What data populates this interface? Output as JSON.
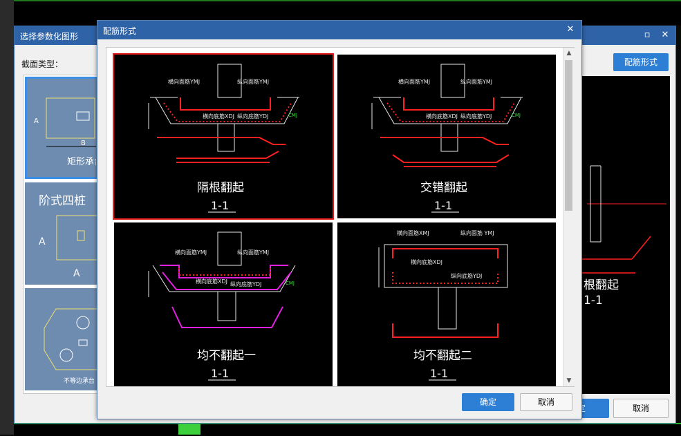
{
  "outer_dialog": {
    "title": "选择参数化图形",
    "section_label": "截面类型：",
    "rebar_button": "配筋形式",
    "confirm_button": "定",
    "cancel_button": "取消",
    "list_items": [
      {
        "caption": "矩形承台"
      },
      {
        "caption": "阶式四桩"
      },
      {
        "caption": "不等边承台"
      }
    ],
    "preview_caption": "根翻起",
    "preview_section": "1-1"
  },
  "inner_dialog": {
    "title": "配筋形式",
    "ok_button": "确定",
    "cancel_button": "取消",
    "options": [
      {
        "caption": "隔根翻起",
        "section": "1-1",
        "selected": true
      },
      {
        "caption": "交错翻起",
        "section": "1-1",
        "selected": false
      },
      {
        "caption": "均不翻起一",
        "section": "1-1",
        "selected": false
      },
      {
        "caption": "均不翻起二",
        "section": "1-1",
        "selected": false
      }
    ],
    "labels": {
      "horizontal_top": "横向面筋YMJ",
      "longitudinal_top": "纵向面筋YMJ",
      "horizontal_bottom": "横向底筋XDJ",
      "longitudinal_bottom": "纵向底筋YDJ",
      "side_rebar": "CMJ",
      "top_rebar_xmj": "横向面筋XMJ",
      "longitudinal_ymj2": "纵向面筋 YMJ"
    }
  },
  "colors": {
    "title_bar": "#2f63a7",
    "accent_button": "#2d7fd6",
    "selection_red": "#e31b1b",
    "rebar_red": "#ff2020",
    "rebar_magenta": "#e020e0",
    "label_green": "#3fe03f"
  }
}
